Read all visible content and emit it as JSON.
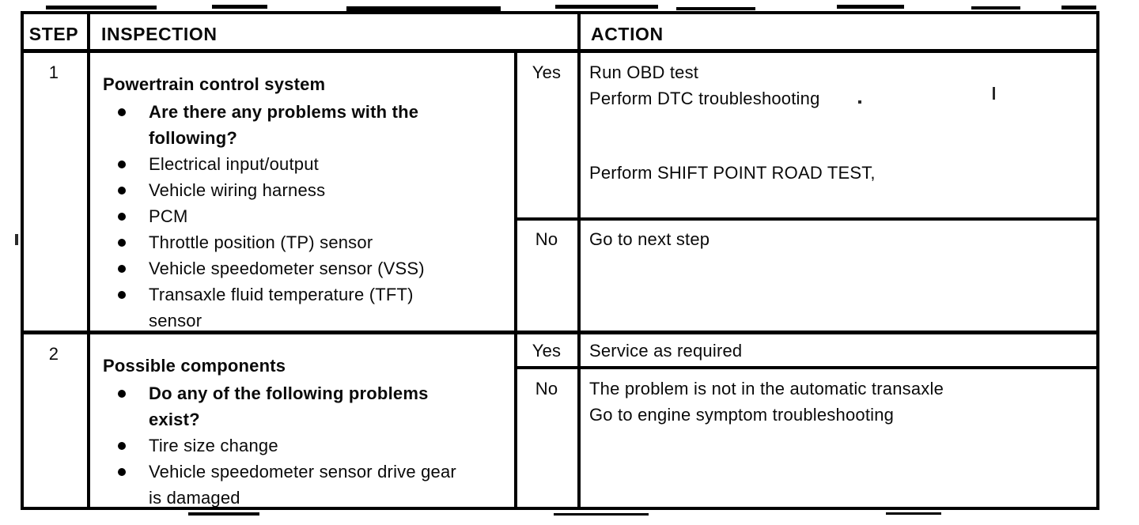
{
  "colors": {
    "ink": "#0a0a0a",
    "paper": "#ffffff"
  },
  "table": {
    "header": {
      "step": "STEP",
      "inspection": "INSPECTION",
      "action": "ACTION"
    },
    "rows": [
      {
        "step": "1",
        "inspection": {
          "title": "Powertrain control system",
          "bullets": [
            {
              "text": "Are there any problems with the following?",
              "bold": true
            },
            {
              "text": "Electrical input/output",
              "bold": false
            },
            {
              "text": "Vehicle wiring harness",
              "bold": false
            },
            {
              "text": "PCM",
              "bold": false
            },
            {
              "text": "Throttle position (TP) sensor",
              "bold": false
            },
            {
              "text": "Vehicle speedometer sensor (VSS)",
              "bold": false
            },
            {
              "text": "Transaxle fluid temperature (TFT) sensor",
              "bold": false
            }
          ]
        },
        "outcomes": [
          {
            "answer": "Yes",
            "action_lines": [
              "Run OBD test",
              "Perform DTC troubleshooting",
              "Perform SHIFT POINT ROAD TEST,"
            ]
          },
          {
            "answer": "No",
            "action_lines": [
              "Go to next step"
            ]
          }
        ]
      },
      {
        "step": "2",
        "inspection": {
          "title": "Possible components",
          "bullets": [
            {
              "text": "Do any of the following problems exist?",
              "bold": true
            },
            {
              "text": "Tire size change",
              "bold": false
            },
            {
              "text": "Vehicle speedometer sensor drive gear is damaged",
              "bold": false
            }
          ]
        },
        "outcomes": [
          {
            "answer": "Yes",
            "action_lines": [
              "Service as required"
            ]
          },
          {
            "answer": "No",
            "action_lines": [
              "The problem is not in the automatic transaxle",
              "Go to engine symptom troubleshooting"
            ]
          }
        ]
      }
    ]
  }
}
